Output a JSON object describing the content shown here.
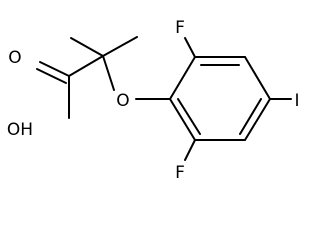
{
  "molecule": {
    "atoms": {
      "fluorine_top": "F",
      "fluorine_bottom": "F",
      "iodine": "I",
      "ether_oxygen": "O",
      "carbonyl_oxygen": "O",
      "hydroxyl": "OH"
    },
    "bond_color": "#000000",
    "label_color": "#000000"
  }
}
